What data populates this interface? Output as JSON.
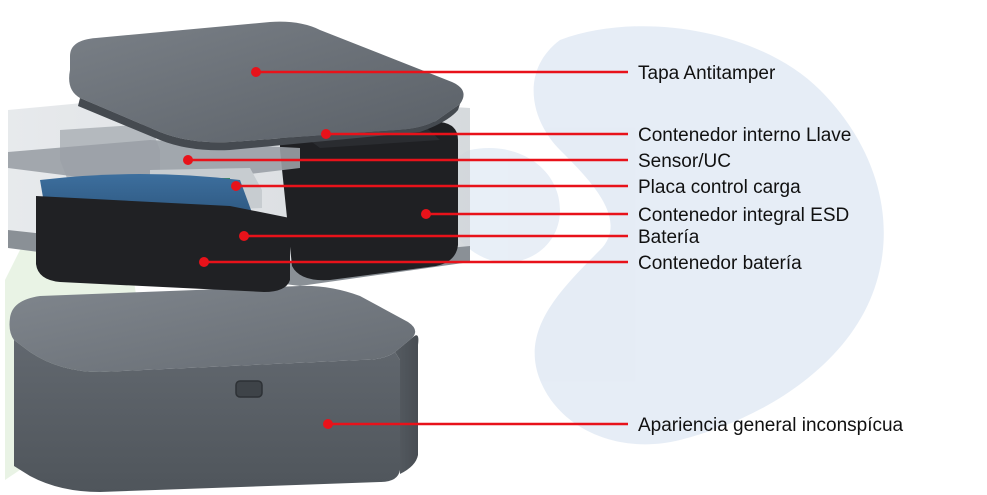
{
  "colors": {
    "leader": "#e8121a",
    "label_text": "#111111",
    "housing": "#5e646b",
    "housing_dark": "#4a4f55",
    "housing_light": "#7d838a",
    "interior_black": "#1e1f22",
    "transparent_shell": "#d7dadd",
    "watermark_blue": "#dde7f3",
    "watermark_green": "#e4f1df"
  },
  "callouts": [
    {
      "id": "tapa-antitamper",
      "label": "Tapa Antitamper"
    },
    {
      "id": "contenedor-interno-llave",
      "label": "Contenedor interno Llave"
    },
    {
      "id": "sensor-uc",
      "label": "Sensor/UC"
    },
    {
      "id": "placa-control-carga",
      "label": "Placa control carga"
    },
    {
      "id": "contenedor-integral-esd",
      "label": "Contenedor integral ESD"
    },
    {
      "id": "bateria",
      "label": "Batería"
    },
    {
      "id": "contenedor-bateria",
      "label": "Contenedor batería"
    },
    {
      "id": "apariencia-general",
      "label": "Apariencia general inconspícua"
    }
  ]
}
